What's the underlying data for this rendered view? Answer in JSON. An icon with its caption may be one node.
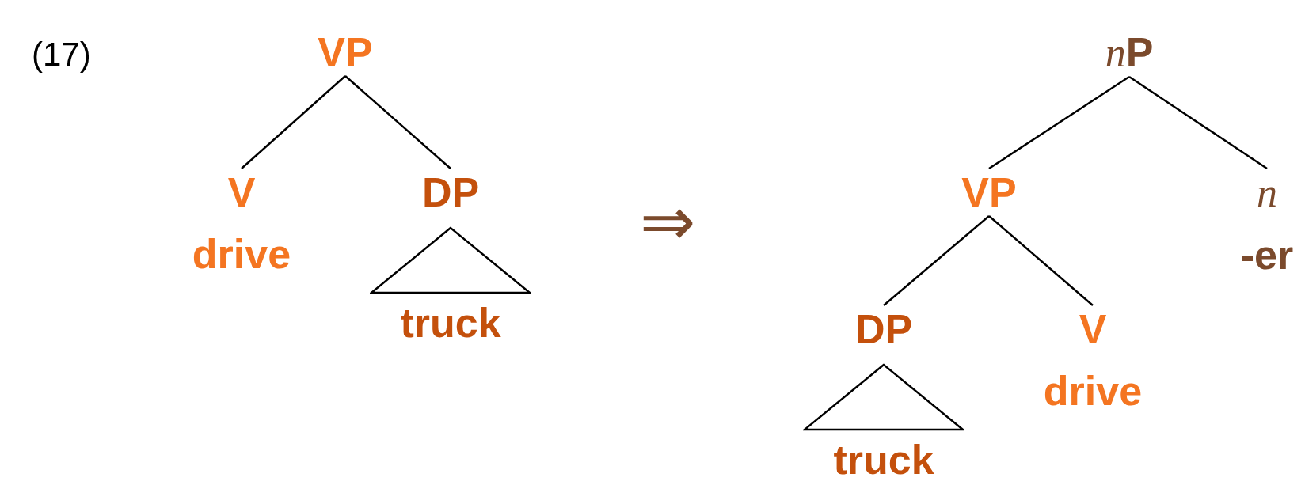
{
  "diagram": {
    "nodes": [
      {
        "text": [
          "VP"
        ]
      },
      {
        "text": [
          "V",
          "drive"
        ]
      },
      {
        "text": [
          "DP"
        ]
      },
      {
        "text": [
          "truck"
        ]
      },
      {
        "text": [
          "nP"
        ]
      },
      {
        "text": [
          "VP"
        ]
      },
      {
        "text": [
          "n",
          "-er"
        ]
      },
      {
        "text": [
          "DP"
        ]
      },
      {
        "text": [
          "truck"
        ]
      },
      {
        "text": [
          "V",
          "drive"
        ]
      }
    ],
    "edges": [
      {
        "from": 0,
        "to": 1,
        "arrow": "none"
      },
      {
        "from": 0,
        "to": 2,
        "arrow": "none"
      },
      {
        "from": 4,
        "to": 5,
        "arrow": "none"
      },
      {
        "from": 4,
        "to": 6,
        "arrow": "none"
      },
      {
        "from": 5,
        "to": 7,
        "arrow": "none"
      },
      {
        "from": 5,
        "to": 9,
        "arrow": "none"
      }
    ],
    "labels": [
      "(17)",
      "⇒"
    ]
  }
}
